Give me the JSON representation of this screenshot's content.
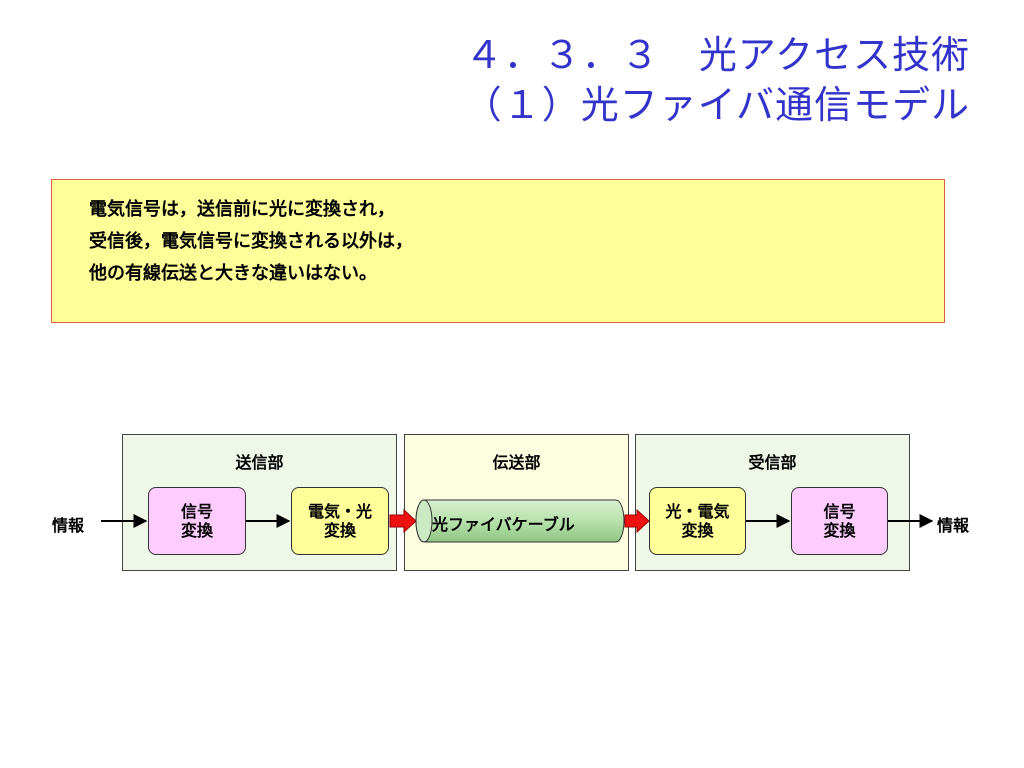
{
  "title": {
    "line1": "４．３．３　光アクセス技術",
    "line2": "（１）光ファイバ通信モデル"
  },
  "note": {
    "lines": [
      "電気信号は，送信前に光に変換され，",
      "受信後，電気信号に変換される以外は，",
      "他の有線伝送と大きな違いはない。"
    ]
  },
  "diagram": {
    "input_label": "情報",
    "output_label": "情報",
    "sections": {
      "transmitter": "送信部",
      "transmission": "伝送部",
      "receiver": "受信部"
    },
    "blocks": {
      "tx_signal": [
        "信号",
        "変換"
      ],
      "tx_eo": [
        "電気・光",
        "変換"
      ],
      "fiber": "光ファイバケーブル",
      "rx_oe": [
        "光・電気",
        "変換"
      ],
      "rx_signal": [
        "信号",
        "変換"
      ]
    },
    "colors": {
      "title": "#3333cc",
      "note_fill": "#ffff99",
      "note_border": "#e06040",
      "tx_rx_section_fill": "#eef7e8",
      "transmission_section_fill": "#fdfde0",
      "signal_block_fill": "#ffccff",
      "converter_block_fill": "#ffff99",
      "fiber_fill": "#b8e2ad",
      "optical_arrow": "#ee1111"
    }
  }
}
